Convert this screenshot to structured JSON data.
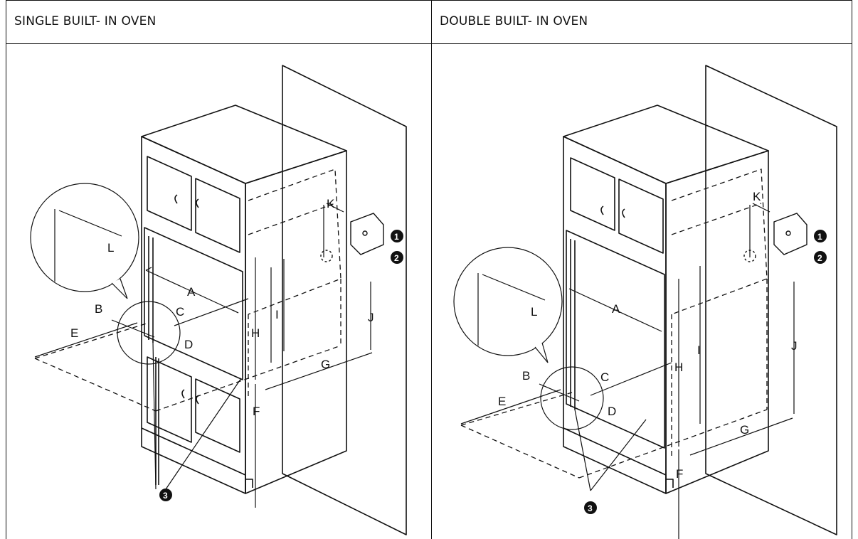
{
  "headers": {
    "single": "SINGLE BUILT- IN OVEN",
    "double": "DOUBLE BUILT- IN OVEN"
  },
  "dimension_labels": [
    "A",
    "B",
    "C",
    "D",
    "E",
    "F",
    "G",
    "H",
    "I",
    "J",
    "K",
    "L"
  ],
  "callouts": [
    "1",
    "2",
    "3"
  ]
}
